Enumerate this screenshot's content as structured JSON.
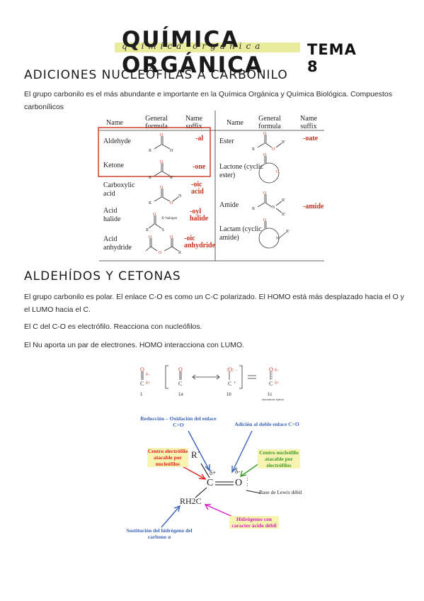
{
  "title": {
    "main": "QUÍMICA ORGÁNICA",
    "handwritten": "química orgánica",
    "tema": "TEMA 8"
  },
  "section1": {
    "heading": "ADICIONES NUCLEÓFILAS A CARBONILO",
    "intro": "El grupo carbonilo es el más abundante e importante en la Química Orgánica y Química Biológica. Compuestos carbonílicos"
  },
  "carbonyl_table": {
    "headers": {
      "name": "Name",
      "general_formula": "General formula",
      "name_suffix": "Name suffix"
    },
    "left_rows": [
      {
        "name": "Aldehyde",
        "suffix": "-al"
      },
      {
        "name": "Ketone",
        "suffix": "-one"
      },
      {
        "name": "Carboxylic acid",
        "suffix": "-oic acid"
      },
      {
        "name": "Acid halide",
        "suffix": "-oyl halide"
      },
      {
        "name": "Acid anhydride",
        "suffix": "-oic anhydride"
      }
    ],
    "right_rows": [
      {
        "name": "Ester",
        "suffix": "-oate"
      },
      {
        "name": "Lactone (cyclic ester)",
        "suffix": ""
      },
      {
        "name": "Amide",
        "suffix": "-amide"
      },
      {
        "name": "Lactam (cyclic amide)",
        "suffix": ""
      }
    ],
    "halide_label": "X=halogen",
    "highlight_color": "#c8321e"
  },
  "section2": {
    "heading": "ALDEHÍDOS Y CETONAS",
    "p1": "El grupo carbonilo es polar. El enlace C-O es como un C-C polarizado. El HOMO está más desplazado hacia el O y el LUMO hacia el C.",
    "p2": "El C del C-O es electrófilo. Reacciona con nucleófilos.",
    "p3": "El Nu aporta un par de electrones. HOMO interacciona con LUMO."
  },
  "resonance": {
    "labels": [
      "1",
      "1a",
      "1b",
      "1c"
    ],
    "caption": "resonance hybrid"
  },
  "reactivity_diagram": {
    "top_left": "Reducción – Oxidación del enlace C=O",
    "top_right": "Adición al doble enlace C=O",
    "left_box": "Centro electrófilo atacable por nucleófilos",
    "right_box": "Centro nucleófilo atacable por electrófilos",
    "lewis": "Base de Lewis débil",
    "acid_h": "Hidrógenos con caracter ácido débil",
    "bottom": "Sustitución del hidrógeno del carbono α",
    "r_prime": "R´",
    "delta_plus": "δ+",
    "delta_minus": "δ-",
    "c_atom": "C",
    "o_atom": "O",
    "rh2c": "RH2C",
    "colors": {
      "blue": "#3a63b8",
      "red": "#e02020",
      "green": "#3b9a2a",
      "magenta": "#d61ec7",
      "yellow_bg": "#f7f3b0"
    }
  }
}
